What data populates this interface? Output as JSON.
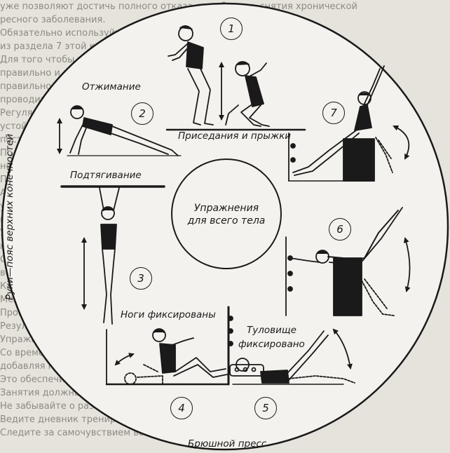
{
  "background_text": [
    "уже позволяют достичь полного отказа от таблеток, снятия хронической",
    "ресного заболевания.",
    "Обязательно используйте на практике тренировочные упражнения",
    "из раздела 7 этой книги.",
    "Для того чтобы тренировка шла успешно, делайте все упражнения",
    "правильно и последовательно. Соблюдайте темп и режим нагрузки,",
    "правильное дыхание и отдых между сериями упражнений,",
    "проводимых на начальном этапе.",
    "Регулярно выполняйте упражнения, которые вы освоили, добиваясь",
    "устойчивых результатов и улучшения общего самочувствия,",
    "постепенно увеличивая нагрузку.",
    "По окончании занятия рекомендуется расслабиться и отдохнуть,",
    "не перегружая мышцы в первые дни тренировок.",
    "Помните о противопоказаниях.",
    "Адаптация организма к нагрузкам происходит постепенно, поэтому",
    "увеличивать количество повторений следует в течение нескольких",
    "недель, контролируя пульс и дыхание.",
    "Упражнения следует выполнять в удобной одежде и обуви,",
    "на ровной поверхности, в хорошо проветриваемом помещении.",
    "Следите за правильной осанкой во время выполнения",
    "всех упражнений комплекса.",
    "Каждое упражнение выполняйте по 10–15 раз в 2–3 подхода.",
    "Между подходами делайте паузу для отдыха.",
    "Проводите тренировки регулярно, 3–4 раза в неделю.",
    "Результаты станут заметны уже через месяц регулярных занятий.",
    "Упражнения можно выполнять в домашних условиях.",
    "Со временем нагрузку можно постепенно увеличивать,",
    "добавляя новые упражнения из комплекса.",
    "Это обеспечит равномерное развитие всех групп мышц.",
    "Занятия должны доставлять удовольствие.",
    "Не забывайте о разминке перед тренировкой.",
    "Ведите дневник тренировок и отмечайте результаты.",
    "Следите за самочувствием во время занятий."
  ],
  "center_text": [
    "Упражнения",
    "для всего тела"
  ],
  "labels": {
    "pushups": "Отжимание",
    "squats": "Приседания и прыжки",
    "pullups": "Подтягивание",
    "legs_fixed": "Ноги фиксированы",
    "torso_fixed_1": "Туловище",
    "torso_fixed_2": "фиксировано",
    "bottom": "Брюшной пресс",
    "left_vertical": "Руки—пояс верхних конечностей"
  },
  "numbers": [
    "1",
    "2",
    "3",
    "4",
    "5",
    "6",
    "7"
  ],
  "colors": {
    "ink": "#1a1a1a",
    "paper": "#f4f2ee",
    "background": "#e6e3dc",
    "faded_text": "#8d8a84"
  }
}
